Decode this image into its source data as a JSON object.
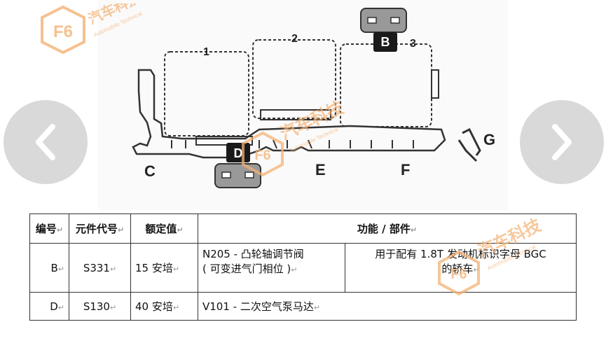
{
  "diagram": {
    "zones": [
      "1",
      "2",
      "3"
    ],
    "parts": [
      "C",
      "E",
      "F",
      "G"
    ],
    "connectors": [
      "B",
      "D"
    ]
  },
  "watermark": {
    "logo": "F6",
    "text": "汽车科技",
    "sub": "Automobile Technical"
  },
  "nav": {
    "prev_icon": "chevron-left-icon",
    "next_icon": "chevron-right-icon"
  },
  "table": {
    "headers": [
      "编号",
      "元件代号",
      "额定值",
      "功能 / 部件"
    ],
    "rows": [
      {
        "id": "B",
        "code": "S331",
        "rating": "15 安培",
        "part": "N205 - 凸轮轴调节阀",
        "part2": "( 可变进气门相位 )",
        "usage": "用于配有 1.8T 发动机标识字母 BGC",
        "usage2": "的轿车"
      },
      {
        "id": "D",
        "code": "S130",
        "rating": "40 安培",
        "part": "V101 - 二次空气泵马达"
      }
    ]
  }
}
